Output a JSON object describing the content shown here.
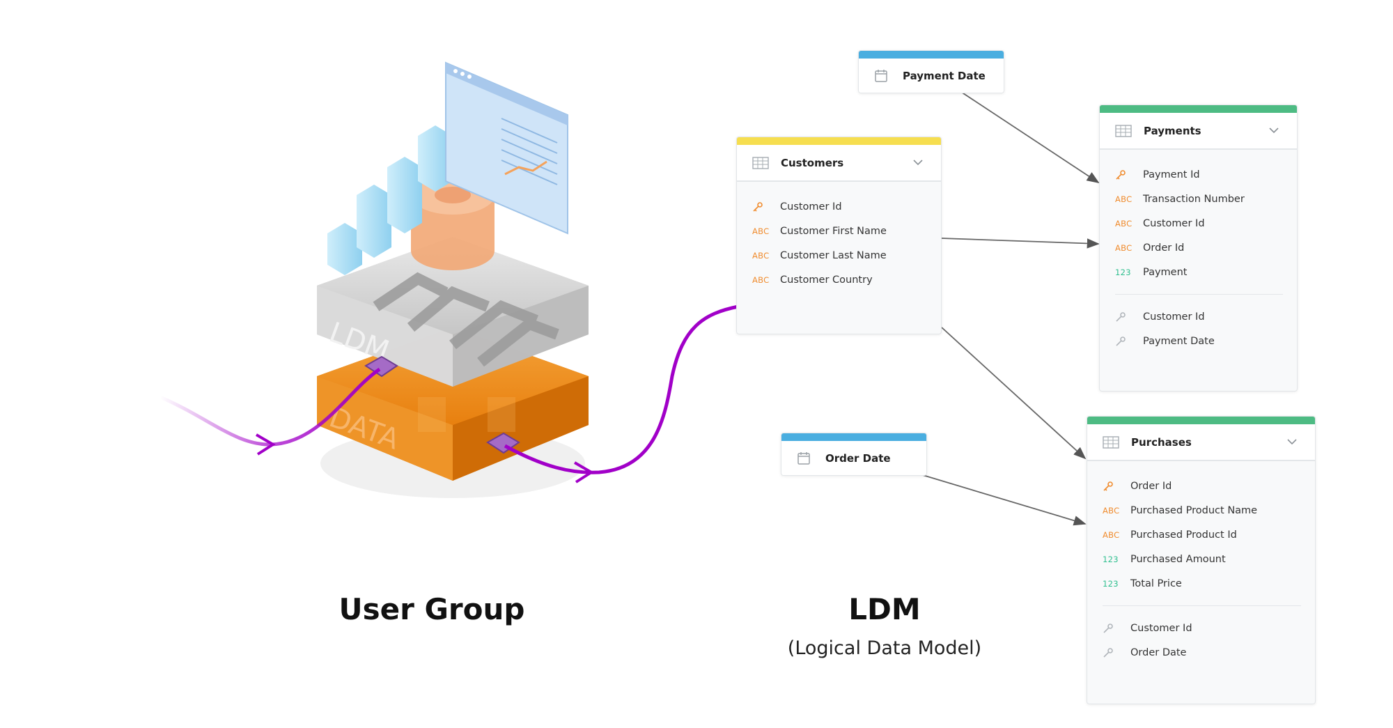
{
  "illustration": {
    "layer_top_label": "LDM",
    "layer_bottom_label": "DATA",
    "accent_color": "#a100c8",
    "layer_top_color": "#d7d7d7",
    "layer_bottom_color": "#ef8f1c"
  },
  "captions": {
    "left_title": "User Group",
    "right_title": "LDM",
    "right_subtitle": "(Logical Data Model)"
  },
  "tables": {
    "customers": {
      "title": "Customers",
      "accent": "#f6de4f",
      "fields": [
        {
          "type": "key",
          "label": "Customer Id"
        },
        {
          "type": "ABC",
          "label": "Customer First Name"
        },
        {
          "type": "ABC",
          "label": "Customer Last Name"
        },
        {
          "type": "ABC",
          "label": "Customer Country"
        }
      ]
    },
    "payments": {
      "title": "Payments",
      "accent": "#4dbb83",
      "fields": [
        {
          "type": "key",
          "label": "Payment Id"
        },
        {
          "type": "ABC",
          "label": "Transaction Number"
        },
        {
          "type": "ABC",
          "label": "Customer Id"
        },
        {
          "type": "ABC",
          "label": "Order Id"
        },
        {
          "type": "123",
          "label": "Payment"
        }
      ],
      "references": [
        {
          "type": "ref",
          "label": "Customer Id"
        },
        {
          "type": "ref",
          "label": "Payment Date"
        }
      ]
    },
    "purchases": {
      "title": "Purchases",
      "accent": "#4dbb83",
      "fields": [
        {
          "type": "key",
          "label": "Order Id"
        },
        {
          "type": "ABC",
          "label": "Purchased Product Name"
        },
        {
          "type": "ABC",
          "label": "Purchased Product Id"
        },
        {
          "type": "123",
          "label": "Purchased Amount"
        },
        {
          "type": "123",
          "label": "Total Price"
        }
      ],
      "references": [
        {
          "type": "ref",
          "label": "Customer Id"
        },
        {
          "type": "ref",
          "label": "Order Date"
        }
      ]
    }
  },
  "dates": {
    "payment_date": {
      "title": "Payment Date",
      "accent": "#4aaee0"
    },
    "order_date": {
      "title": "Order Date",
      "accent": "#4aaee0"
    }
  },
  "icons": {
    "table": "table-grid-icon",
    "date": "calendar-icon",
    "key": "key-icon",
    "chevron": "chevron-down-icon"
  }
}
